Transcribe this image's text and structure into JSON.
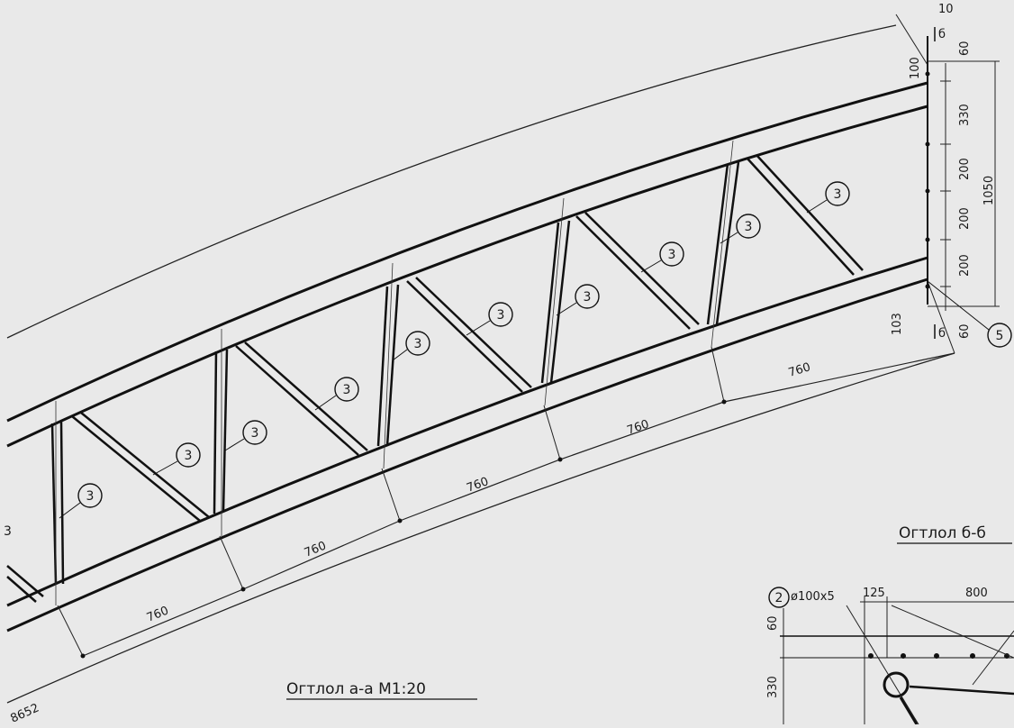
{
  "drawing": {
    "section_a_title": "Огтлол а-а М1:20",
    "section_b_title": "Огтлол б-б",
    "panel_dims": [
      "760",
      "760",
      "760",
      "760",
      "760"
    ],
    "left_span": "8652",
    "right_height_dims": [
      "10",
      "60",
      "330",
      "200",
      "200",
      "200",
      "60"
    ],
    "total_height": "1050",
    "top_offset": "100",
    "bottom_offset": "103",
    "section_mark_top": "б",
    "section_mark_bottom": "б",
    "member_tag": "3",
    "bracket_tag": "5",
    "detail_tag": "2",
    "detail_pipe": "ø100x5",
    "detail_dims": [
      "125",
      "800",
      "60",
      "330"
    ]
  }
}
